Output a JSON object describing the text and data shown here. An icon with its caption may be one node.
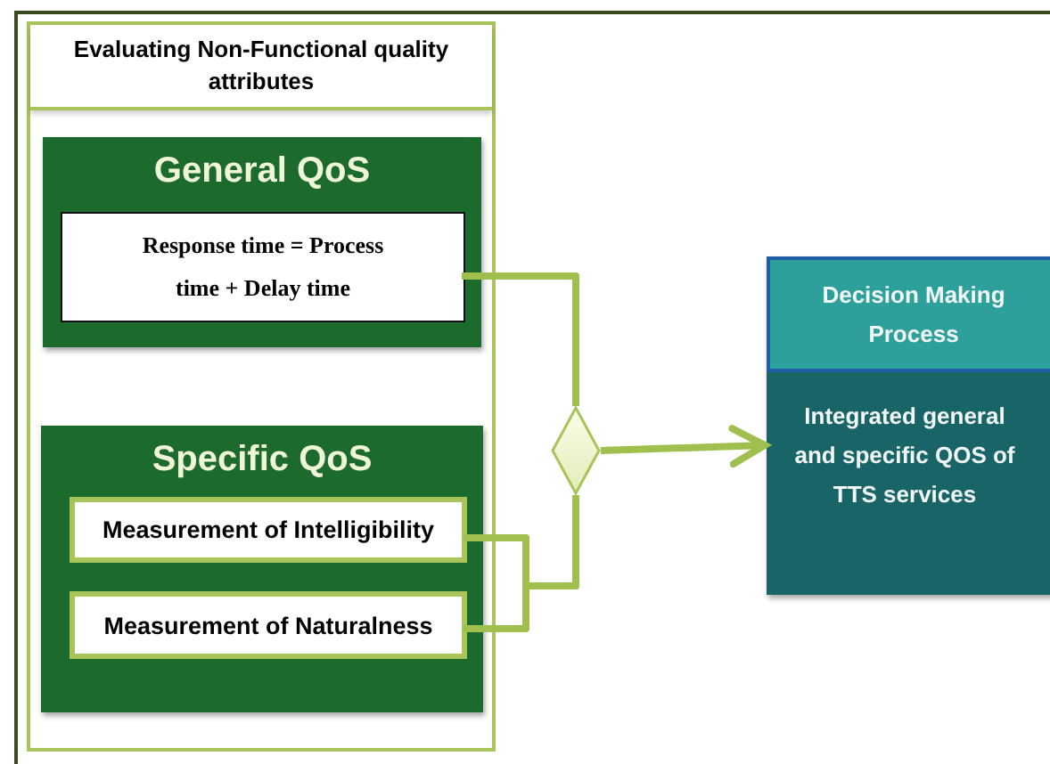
{
  "diagram": {
    "nodes": [
      {
        "text": [
          "Evaluating Non-Functional quality attributes"
        ]
      },
      {
        "text": [
          "General QoS"
        ],
        "in": 0
      },
      {
        "text": [
          "Response time = Process time + Delay time"
        ],
        "in": 1
      },
      {
        "text": [
          "Specific QoS"
        ],
        "in": 0
      },
      {
        "text": [
          "Measurement of Intelligibility"
        ],
        "in": 3
      },
      {
        "text": [
          "Measurement of Naturalness"
        ],
        "in": 3
      },
      {
        "text": [],
        "shape": "diamond"
      },
      {
        "text": [
          "Decision Making Process",
          "Integrated general and specific QOS of TTS services"
        ]
      }
    ],
    "edges": [
      {
        "from": 2,
        "to": 6,
        "arrow": "none"
      },
      {
        "from": 4,
        "to": 6,
        "arrow": "none"
      },
      {
        "from": 5,
        "to": 6,
        "arrow": "none"
      },
      {
        "from": 6,
        "to": 7,
        "arrow": "to"
      }
    ]
  }
}
